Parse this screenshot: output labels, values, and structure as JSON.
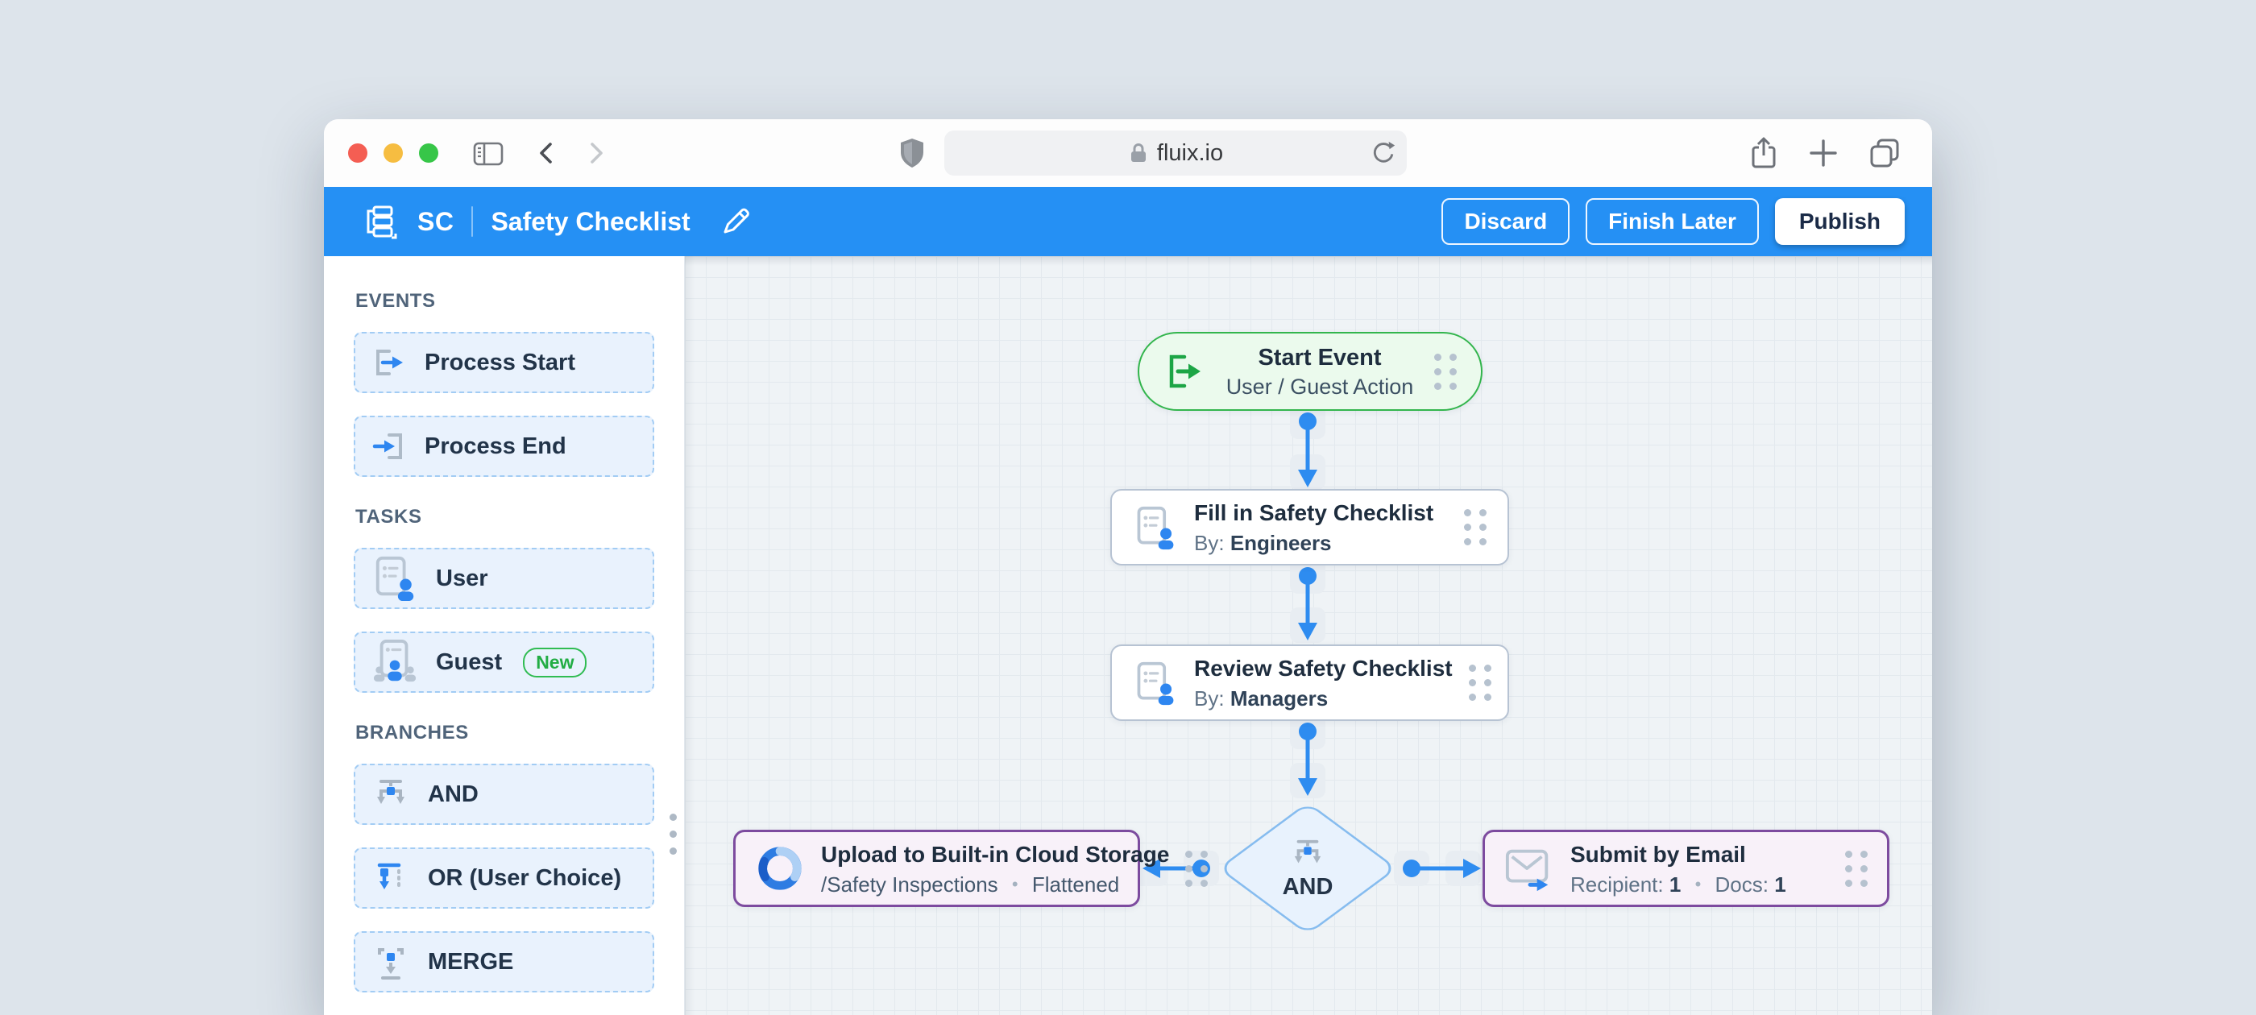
{
  "browser": {
    "url": "fluix.io"
  },
  "appbar": {
    "workflow_initials": "SC",
    "workflow_title": "Safety Checklist",
    "discard": "Discard",
    "finish_later": "Finish Later",
    "publish": "Publish"
  },
  "sidebar": {
    "sections": [
      {
        "label": "EVENTS",
        "items": [
          {
            "label": "Process Start",
            "icon": "process-start-icon"
          },
          {
            "label": "Process End",
            "icon": "process-end-icon"
          }
        ]
      },
      {
        "label": "TASKS",
        "items": [
          {
            "label": "User",
            "icon": "user-task-icon"
          },
          {
            "label": "Guest",
            "icon": "guest-task-icon",
            "badge": "New"
          }
        ]
      },
      {
        "label": "BRANCHES",
        "items": [
          {
            "label": "AND",
            "icon": "and-branch-icon"
          },
          {
            "label": "OR (User Choice)",
            "icon": "or-branch-icon"
          },
          {
            "label": "MERGE",
            "icon": "merge-branch-icon"
          }
        ]
      }
    ]
  },
  "flow": {
    "separator": "•",
    "start": {
      "title": "Start Event",
      "subtitle": "User / Guest Action"
    },
    "fill": {
      "title": "Fill in Safety Checklist",
      "by_label": "By:",
      "assignee": "Engineers"
    },
    "review": {
      "title": "Review Safety Checklist",
      "by_label": "By:",
      "assignee": "Managers"
    },
    "gateway": {
      "label": "AND"
    },
    "upload": {
      "title": "Upload to Built-in Cloud Storage",
      "folder": "/Safety Inspections",
      "mode": "Flattened"
    },
    "email": {
      "title": "Submit by Email",
      "recipient_label": "Recipient:",
      "recipient_count": "1",
      "docs_label": "Docs:",
      "docs_count": "1"
    }
  },
  "colors": {
    "accent_blue": "#2590f4",
    "connector_blue": "#2e8cf0",
    "success_green": "#2db44c",
    "integration_purple": "#7d4b9f"
  }
}
